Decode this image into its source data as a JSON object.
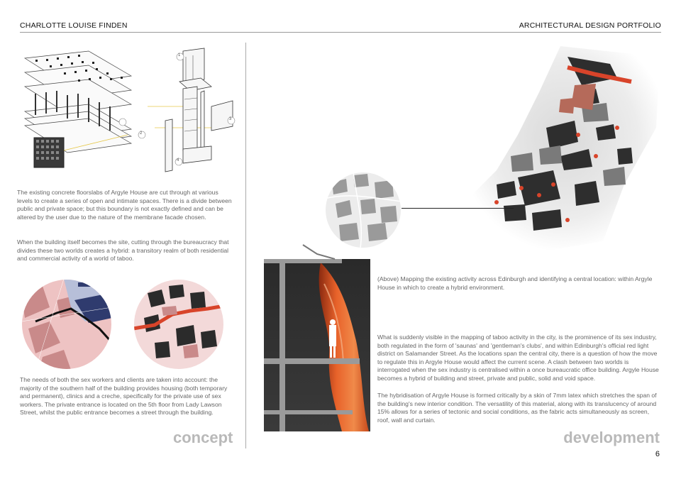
{
  "header": {
    "author": "CHARLOTTE LOUISE FINDEN",
    "portfolio_title": "ARCHITECTURAL DESIGN PORTFOLIO"
  },
  "left": {
    "axonometric_labels": [
      "1",
      "2",
      "3",
      "3",
      "4"
    ],
    "paragraph_1": "The existing concrete floorslabs of Argyle House are cut through at various levels to create a series of open and intimate spaces. There is a divide between public and private space; but this boundary is not exactly defined and can be altered by the user due to the nature of the membrane facade chosen.",
    "paragraph_2": "When the building itself becomes the site, cutting through the bureaucracy that divides these two worlds creates a hybrid: a transitory realm of both residential and commercial activity of a world of taboo.",
    "paragraph_3": "The needs of both the sex workers and clients are taken into account: the majority of the southern half of the building provides housing (both temporary and permanent), clinics and a creche, specifically for the private use of sex workers. The private entrance is located on the 5th floor from Lady Lawson Street, whilst the public entrance becomes a street through the building.",
    "section_label": "concept"
  },
  "right": {
    "caption": "(Above) Mapping the existing activity across Edinburgh and identifying a central location: within Argyle House in which to create a hybrid environment.",
    "paragraph_1": "What is suddenly visible in the mapping of taboo activity in the city, is the prominence of its sex industry, both regulated in the form of 'saunas' and 'gentleman's clubs', and within Edinburgh's official red light district on Salamander Street. As the locations span the central city, there is a question of how the move to regulate this in Argyle House would affect the current scene. A clash between two worlds is interrogated when the sex industry is centralised within a once bureaucratic office building. Argyle House becomes a hybrid of building and street, private and public, solid and void space.",
    "paragraph_2": "The hybridisation of Argyle House is formed critically by a skin of 7mm latex which stretches the span of the building's new interior condition. The versatility of this material, along with its translucency of around 15% allows for a series of tectonic and social conditions, as the fabric acts simultaneously as screen, roof, wall and curtain.",
    "section_label": "development"
  },
  "page_number": "6",
  "colors": {
    "accent_red": "#d8442a",
    "latex_orange": "#e8622a",
    "section_grey": "#b9b9b9",
    "map_pink": "#e8b4b4"
  }
}
